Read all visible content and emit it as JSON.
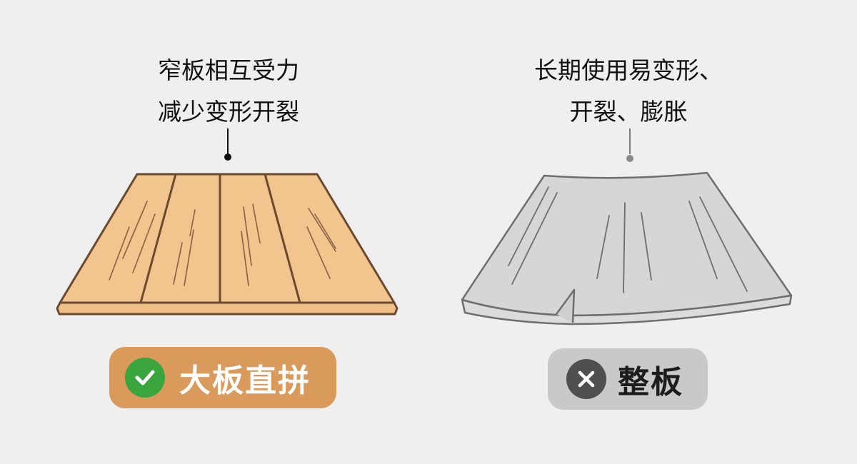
{
  "left_panel": {
    "caption_lines": [
      "窄板相互受力",
      "减少变形开裂"
    ],
    "badge_label": "大板直拼",
    "badge_icon": "check-circle-icon",
    "badge_color": "#d99a5c",
    "icon_color": "#3aa53d",
    "board_fill": "#f2c48e",
    "board_stroke": "#6b4a2e"
  },
  "right_panel": {
    "caption_lines": [
      "长期使用易变形、",
      "开裂、膨胀"
    ],
    "badge_label": "整板",
    "badge_icon": "cross-circle-icon",
    "badge_color": "#c9c9c9",
    "icon_color": "#4f4f4f",
    "board_fill": "#d6d6d6",
    "board_stroke": "#6e6e6e"
  }
}
